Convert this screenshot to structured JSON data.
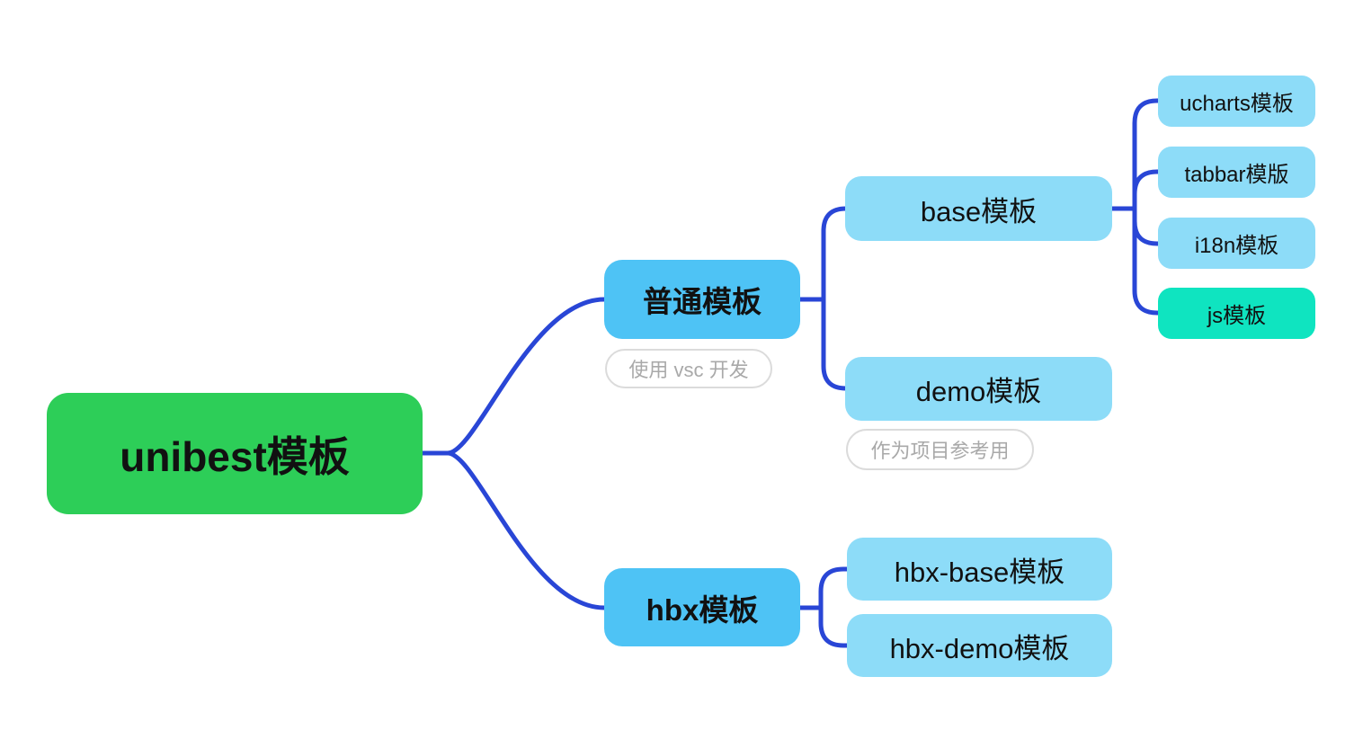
{
  "mindmap": {
    "root": {
      "label": "unibest模板",
      "children": [
        {
          "label": "普通模板",
          "note": "使用 vsc 开发",
          "children": [
            {
              "label": "base模板",
              "children": [
                {
                  "label": "ucharts模板"
                },
                {
                  "label": "tabbar模版"
                },
                {
                  "label": "i18n模板"
                },
                {
                  "label": "js模板"
                }
              ]
            },
            {
              "label": "demo模板",
              "note": "作为项目参考用"
            }
          ]
        },
        {
          "label": "hbx模板",
          "children": [
            {
              "label": "hbx-base模板"
            },
            {
              "label": "hbx-demo模板"
            }
          ]
        }
      ]
    },
    "colors": {
      "root_bg": "#2DCE58",
      "branch_bg": "#4EC3F5",
      "child_bg": "#8DDCF8",
      "highlight_leaf_bg": "#0FE4C0",
      "connector": "#2946D6",
      "node_text": "#111111",
      "note_text": "#A9A9A9",
      "note_border": "#DBDBDB",
      "background": "#FFFFFF"
    }
  }
}
